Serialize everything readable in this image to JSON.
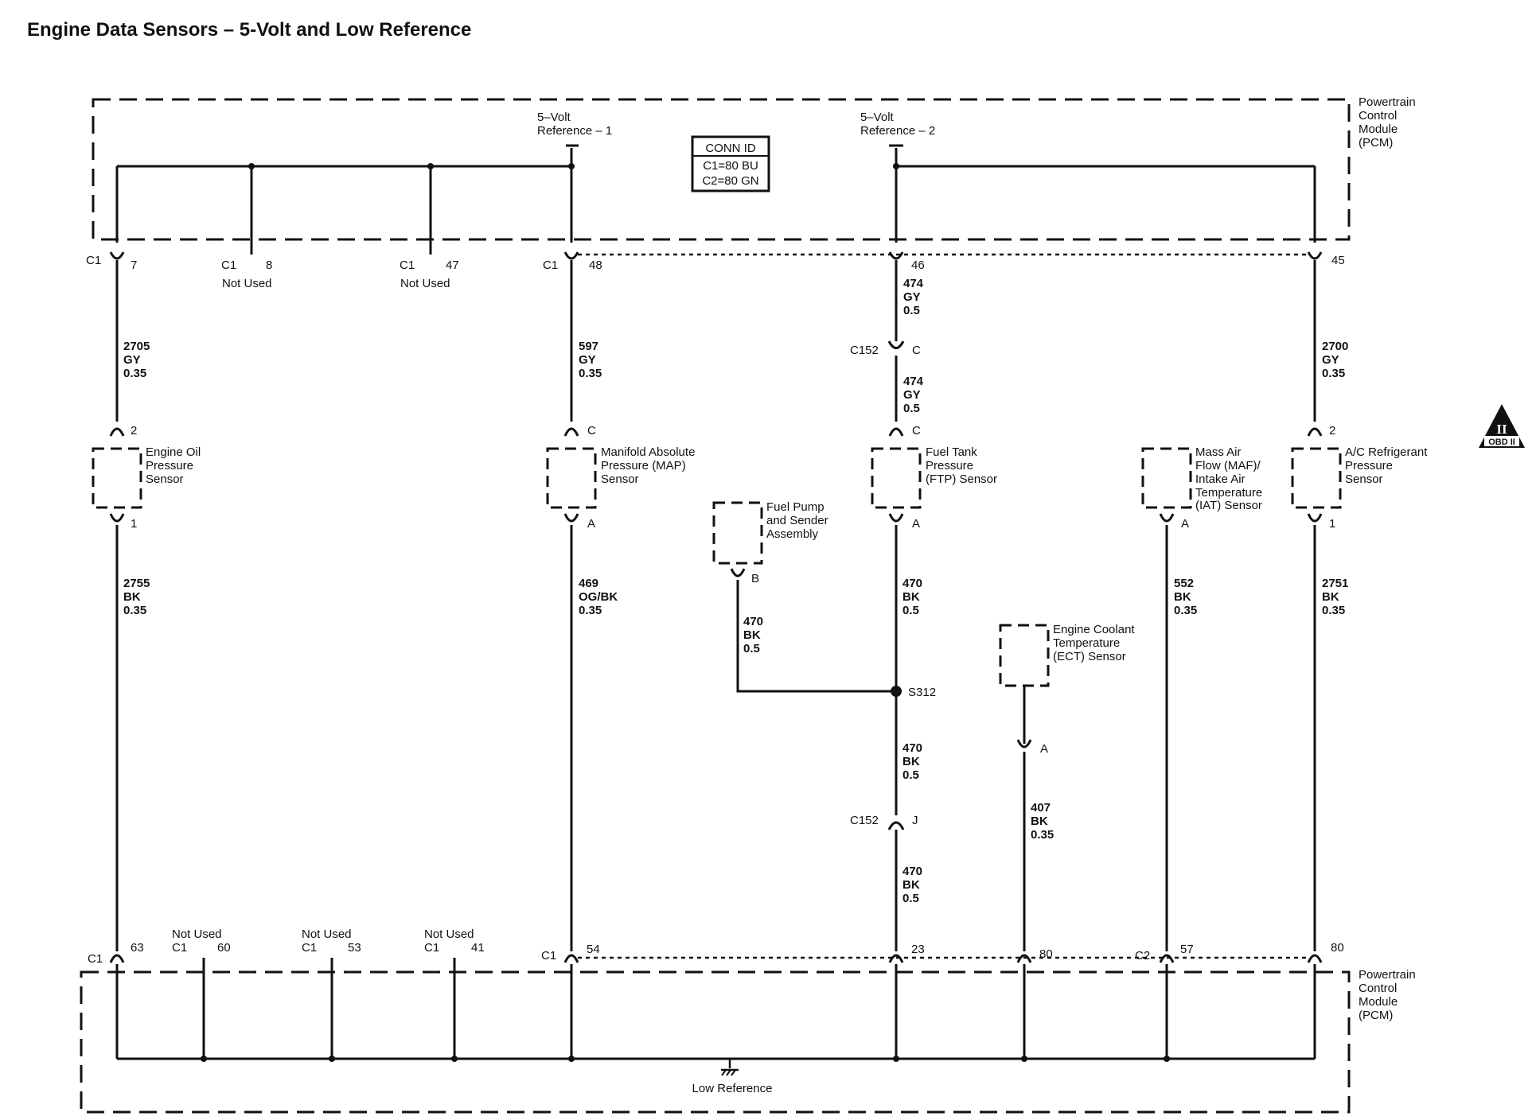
{
  "title": "Engine Data Sensors – 5-Volt and Low Reference",
  "pcm_top_label": [
    "Powertrain",
    "Control",
    "Module",
    "(PCM)"
  ],
  "pcm_bottom_label": [
    "Powertrain",
    "Control",
    "Module",
    "(PCM)"
  ],
  "ref1_label": [
    "5–Volt",
    "Reference – 1"
  ],
  "ref2_label": [
    "5–Volt",
    "Reference – 2"
  ],
  "conn_id": {
    "header": "CONN ID",
    "c1": "C1=80 BU",
    "c2": "C2=80 GN"
  },
  "low_reference": "Low Reference",
  "obd_badge": {
    "symbol": "II",
    "text": "OBD II"
  },
  "top_pins": {
    "p7": {
      "conn": "C1",
      "pin": "7"
    },
    "p8": {
      "conn": "C1",
      "pin": "8",
      "note": "Not Used"
    },
    "p47": {
      "conn": "C1",
      "pin": "47",
      "note": "Not Used"
    },
    "p48": {
      "conn": "C1",
      "pin": "48"
    },
    "p46": {
      "pin": "46"
    },
    "p45": {
      "pin": "45"
    }
  },
  "bottom_pins": {
    "p63": {
      "conn": "C1",
      "pin": "63"
    },
    "p60": {
      "conn": "C1",
      "pin": "60",
      "note": "Not Used"
    },
    "p53": {
      "conn": "C1",
      "pin": "53",
      "note": "Not Used"
    },
    "p41": {
      "conn": "C1",
      "pin": "41",
      "note": "Not Used"
    },
    "p54": {
      "conn": "C1",
      "pin": "54"
    },
    "p23": {
      "pin": "23"
    },
    "p80": {
      "pin": "80"
    },
    "p57": {
      "conn": "C2",
      "pin": "57"
    },
    "p80b": {
      "pin": "80"
    }
  },
  "wires": {
    "w2705": [
      "2705",
      "GY",
      "0.35"
    ],
    "w597": [
      "597",
      "GY",
      "0.35"
    ],
    "w474a": [
      "474",
      "GY",
      "0.5"
    ],
    "w474b": [
      "474",
      "GY",
      "0.5"
    ],
    "w2700": [
      "2700",
      "GY",
      "0.35"
    ],
    "w2755": [
      "2755",
      "BK",
      "0.35"
    ],
    "w469": [
      "469",
      "OG/BK",
      "0.35"
    ],
    "w470fp": [
      "470",
      "BK",
      "0.5"
    ],
    "w470a": [
      "470",
      "BK",
      "0.5"
    ],
    "w470b": [
      "470",
      "BK",
      "0.5"
    ],
    "w470c": [
      "470",
      "BK",
      "0.5"
    ],
    "w407": [
      "407",
      "BK",
      "0.35"
    ],
    "w552": [
      "552",
      "BK",
      "0.35"
    ],
    "w2751": [
      "2751",
      "BK",
      "0.35"
    ]
  },
  "inline_connectors": {
    "c152_top": {
      "name": "C152",
      "pin": "C"
    },
    "c152_bot": {
      "name": "C152",
      "pin": "J"
    }
  },
  "splice": "S312",
  "sensors": {
    "oil": {
      "label": [
        "Engine Oil",
        "Pressure",
        "Sensor"
      ],
      "pin_top": "2",
      "pin_bottom": "1"
    },
    "map": {
      "label": [
        "Manifold Absolute",
        "Pressure (MAP)",
        "Sensor"
      ],
      "pin_top": "C",
      "pin_bottom": "A"
    },
    "fuel_pump": {
      "label": [
        "Fuel Pump",
        "and Sender",
        "Assembly"
      ],
      "pin_bottom": "B"
    },
    "ftp": {
      "label": [
        "Fuel Tank",
        "Pressure",
        "(FTP) Sensor"
      ],
      "pin_top": "C",
      "pin_bottom": "A"
    },
    "ect": {
      "label": [
        "Engine Coolant",
        "Temperature",
        "(ECT) Sensor"
      ],
      "pin_bottom": "A"
    },
    "maf": {
      "label": [
        "Mass Air",
        "Flow (MAF)/",
        "Intake Air",
        "Temperature",
        "(IAT) Sensor"
      ],
      "pin_bottom": "A"
    },
    "ac": {
      "label": [
        "A/C Refrigerant",
        "Pressure",
        "Sensor"
      ],
      "pin_top": "2",
      "pin_bottom": "1"
    }
  }
}
